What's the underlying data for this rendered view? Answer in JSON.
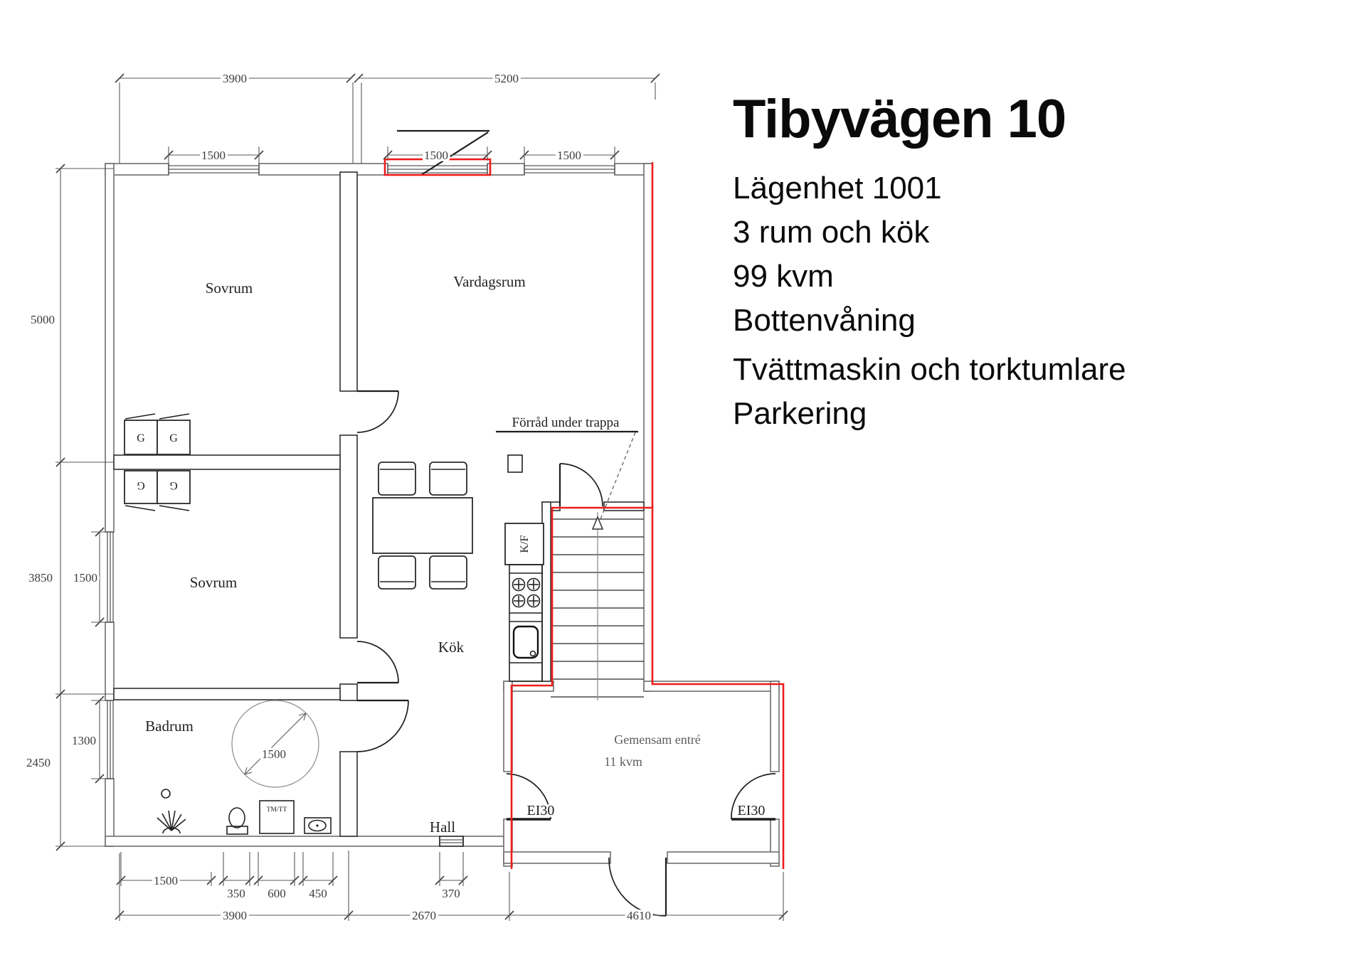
{
  "info": {
    "title": "Tibyvägen 10",
    "lines": [
      "Lägenhet 1001",
      "3 rum och kök",
      "99 kvm",
      "Bottenvåning",
      "Tvättmaskin och torktumlare",
      "Parkering"
    ]
  },
  "rooms": {
    "bedroom_top": "Sovrum",
    "living": "Vardagsrum",
    "bedroom_mid": "Sovrum",
    "kitchen": "Kök",
    "bathroom": "Badrum",
    "hall": "Hall",
    "entry_name": "Gemensam entré",
    "entry_area": "11 kvm",
    "storage_note": "Förråd under trappa"
  },
  "fixtures": {
    "wardrobe": "G",
    "fridge_freezer": "K/F",
    "washer_dryer": "TM/TT",
    "fire_door": "EI30"
  },
  "dims": {
    "top_left": "3900",
    "top_right": "5200",
    "win_top_1": "1500",
    "win_top_2": "1500",
    "win_top_3": "1500",
    "left_upper": "5000",
    "left_mid": "3850",
    "left_lower": "2450",
    "win_left_1": "1500",
    "win_left_2": "1300",
    "bath_circle": "1500",
    "bath_1": "1500",
    "bath_2": "350",
    "bath_3": "600",
    "bath_4": "450",
    "hall_door": "370",
    "bottom_left": "3900",
    "bottom_mid": "2670",
    "bottom_right": "4610"
  },
  "colors": {
    "fire_line": "#ee1c1c",
    "wall": "#6e6e6e",
    "dim_text": "#3c3c3c"
  }
}
